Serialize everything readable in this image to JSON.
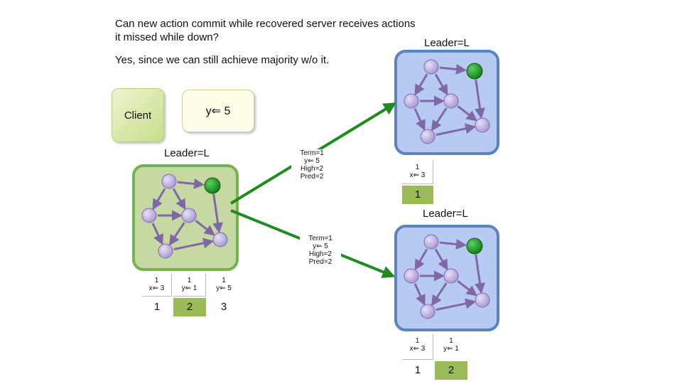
{
  "title": {
    "line1": "Can new action commit while recovered server receives actions",
    "line2": "it missed while down?"
  },
  "answer": "Yes, since we can still achieve majority w/o it.",
  "client": {
    "label": "Client",
    "request": "y⇐ 5"
  },
  "servers": [
    {
      "id": "left",
      "leader_label": "Leader=L",
      "fill": "#c7d9a3",
      "border": "#74b34d",
      "log": [
        {
          "term": "1",
          "entry": "x⇐ 3",
          "index": "1",
          "committed": false
        },
        {
          "term": "1",
          "entry": "y⇐ 1",
          "index": "2",
          "committed": true
        },
        {
          "term": "1",
          "entry": "y⇐ 5",
          "index": "3",
          "committed": false
        }
      ]
    },
    {
      "id": "top-right",
      "leader_label": "Leader=L",
      "fill": "#b7cbf2",
      "border": "#5b83bf",
      "log": [
        {
          "term": "1",
          "entry": "x⇐ 3",
          "index": "1",
          "committed": true
        }
      ]
    },
    {
      "id": "bottom-right",
      "leader_label": "Leader=L",
      "fill": "#b7cbf2",
      "border": "#5b83bf",
      "log": [
        {
          "term": "1",
          "entry": "x⇐ 3",
          "index": "1",
          "committed": false
        },
        {
          "term": "1",
          "entry": "y⇐ 1",
          "index": "2",
          "committed": true
        }
      ]
    }
  ],
  "messages": [
    {
      "to": "top-right",
      "lines": [
        "Term=1",
        "y⇐ 5",
        "High=2",
        "Pred=2"
      ]
    },
    {
      "to": "bottom-right",
      "lines": [
        "Term=1",
        "y⇐ 5",
        "High=2",
        "Pred=2"
      ]
    }
  ],
  "colors": {
    "node": "#aa9ad4",
    "node_stroke": "#7d6ab0",
    "edge": "#8067a8",
    "leader_node": "#1f8f2a",
    "arrow": "#1e8c1e",
    "committed_cell": "#9bbb59"
  }
}
